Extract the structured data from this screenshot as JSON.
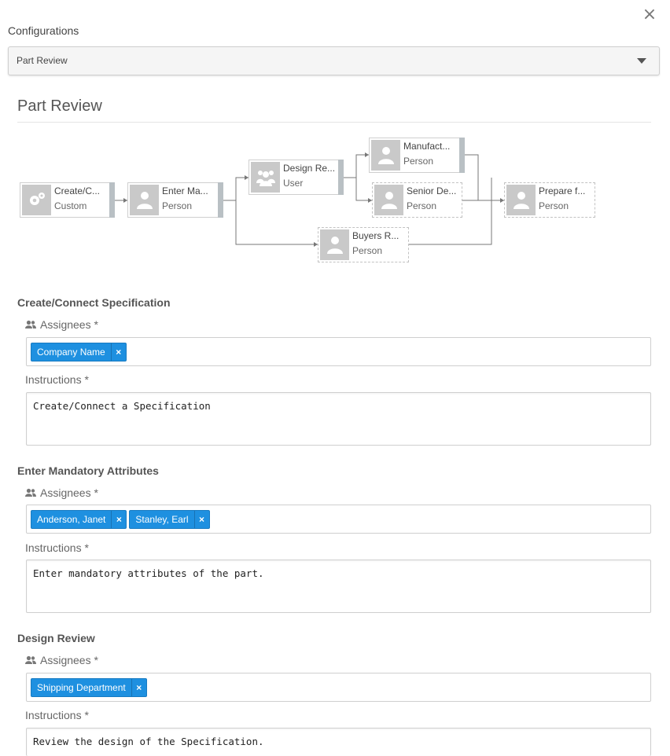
{
  "dialog": {
    "close_glyph": "×"
  },
  "config": {
    "label": "Configurations",
    "selected": "Part Review"
  },
  "workflow": {
    "title": "Part Review",
    "nodes": [
      {
        "name": "Create/C...",
        "type": "Custom",
        "icon": "gears-icon"
      },
      {
        "name": "Enter Ma...",
        "type": "Person",
        "icon": "person-icon"
      },
      {
        "name": "Design Re...",
        "type": "User",
        "icon": "group-icon"
      },
      {
        "name": "Manufact...",
        "type": "Person",
        "icon": "person-icon"
      },
      {
        "name": "Senior De...",
        "type": "Person",
        "icon": "person-icon"
      },
      {
        "name": "Buyers R...",
        "type": "Person",
        "icon": "person-icon"
      },
      {
        "name": "Prepare f...",
        "type": "Person",
        "icon": "person-icon"
      }
    ]
  },
  "sections": [
    {
      "title": "Create/Connect Specification",
      "assignees_label": "Assignees *",
      "assignees": [
        "Company Name"
      ],
      "instructions_label": "Instructions *",
      "instructions": "Create/Connect a Specification"
    },
    {
      "title": "Enter Mandatory Attributes",
      "assignees_label": "Assignees *",
      "assignees": [
        "Anderson, Janet",
        "Stanley, Earl"
      ],
      "instructions_label": "Instructions *",
      "instructions": "Enter mandatory attributes of the part."
    },
    {
      "title": "Design Review",
      "assignees_label": "Assignees *",
      "assignees": [
        "Shipping Department"
      ],
      "instructions_label": "Instructions *",
      "instructions": "Review the design of the Specification."
    }
  ],
  "colors": {
    "tag_bg": "#1e90e0",
    "icon_bg": "#c9c9c9"
  }
}
